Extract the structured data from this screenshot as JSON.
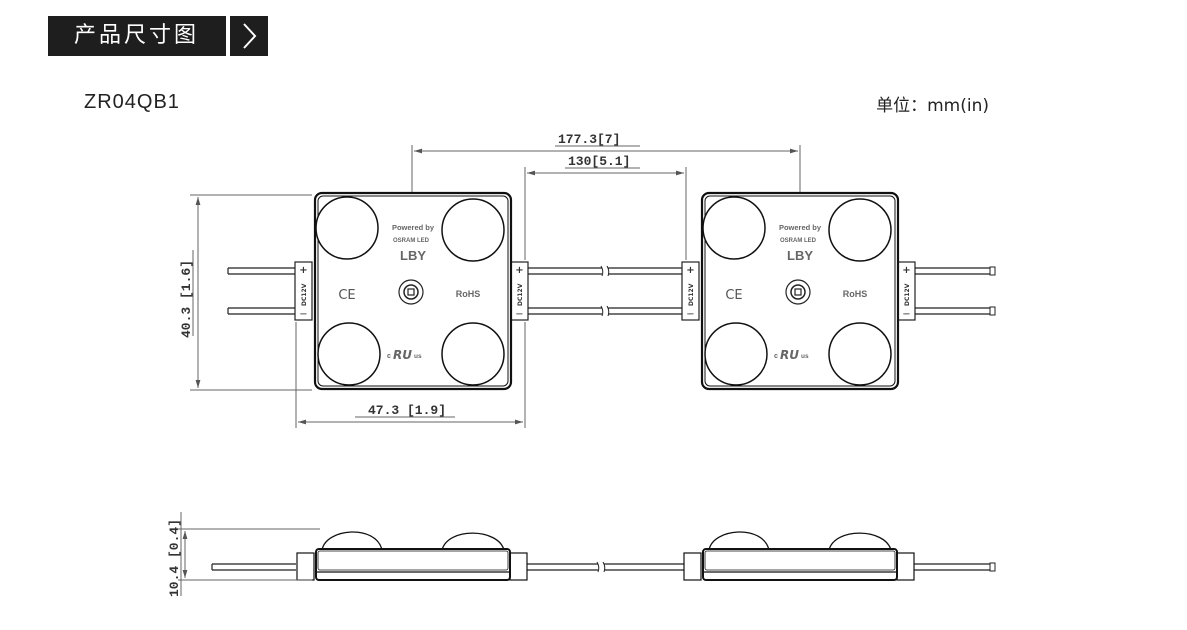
{
  "header": {
    "title": "产品尺寸图"
  },
  "model": "ZR04QB1",
  "unit": "单位：mm(in)",
  "dimensions": {
    "pitch": "177.3[7]",
    "gap": "130[5.1]",
    "height": "40.3 [1.6]",
    "width": "47.3 [1.9]",
    "thickness": "10.4 [0.4]"
  },
  "module_labels": {
    "powered_by": "Powered by",
    "osram": "OSRAM LED",
    "lby": "LBY",
    "ce": "CE",
    "rohs": "RoHS",
    "ul_c": "c",
    "ul_mark": "RU",
    "ul_us": "us",
    "voltage": "DC12V",
    "plus": "+",
    "minus": "−"
  }
}
